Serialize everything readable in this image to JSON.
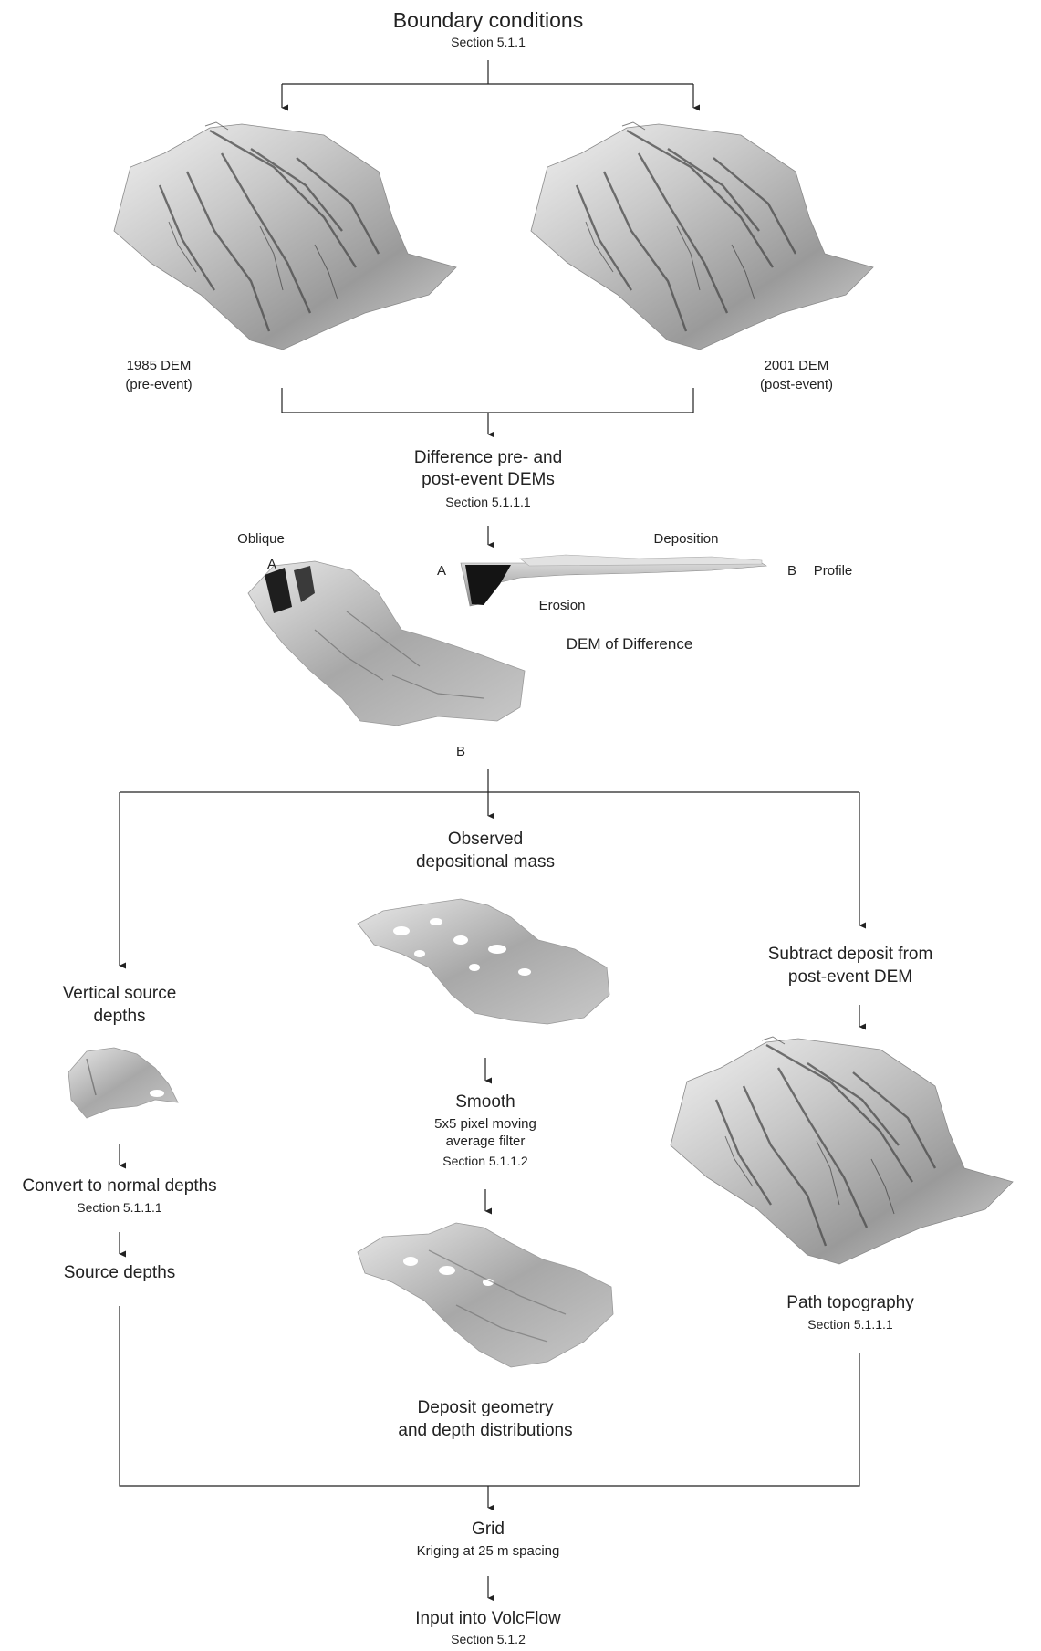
{
  "header": {
    "title": "Boundary conditions",
    "section": "Section 5.1.1"
  },
  "dems": {
    "left_label": "1985 DEM",
    "left_sub": "(pre-event)",
    "right_label": "2001 DEM",
    "right_sub": "(post-event)"
  },
  "difference": {
    "line1": "Difference pre- and",
    "line2": "post-event DEMs",
    "section": "Section 5.1.1.1"
  },
  "dod": {
    "oblique": "Oblique",
    "a_oblique": "A",
    "b_oblique": "B",
    "deposition": "Deposition",
    "a_profile": "A",
    "b_profile": "B",
    "profile": "Profile",
    "erosion": "Erosion",
    "caption": "DEM of Difference"
  },
  "center": {
    "observed_line1": "Observed",
    "observed_line2": "depositional mass",
    "smooth": "Smooth",
    "smooth_desc1": "5x5 pixel moving",
    "smooth_desc2": "average filter",
    "smooth_section": "Section 5.1.1.2",
    "deposit_line1": "Deposit geometry",
    "deposit_line2": "and depth distributions"
  },
  "left": {
    "vertical_line1": "Vertical source",
    "vertical_line2": "depths",
    "convert": "Convert to normal depths",
    "convert_section": "Section 5.1.1.1",
    "source": "Source depths"
  },
  "right": {
    "subtract_line1": "Subtract deposit from",
    "subtract_line2": "post-event DEM",
    "path": "Path topography",
    "path_section": "Section 5.1.1.1"
  },
  "bottom": {
    "grid": "Grid",
    "kriging": "Kriging at 25 m spacing",
    "input": "Input into VolcFlow",
    "input_section": "Section 5.1.2"
  }
}
